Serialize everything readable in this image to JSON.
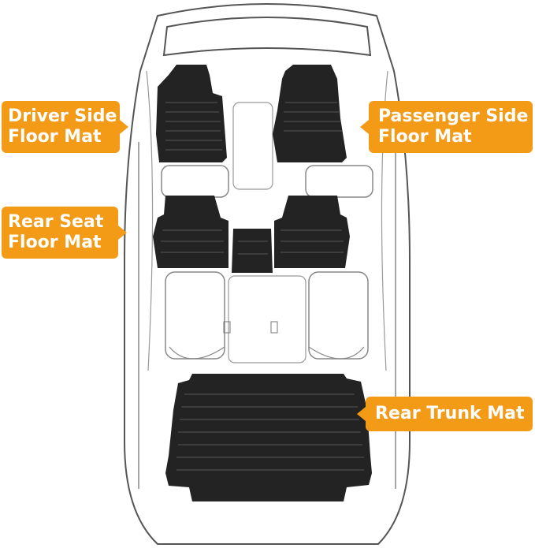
{
  "callouts": {
    "driver": {
      "line1": "Driver Side",
      "line2": "Floor Mat"
    },
    "passenger": {
      "line1": "Passenger Side",
      "line2": "Floor Mat"
    },
    "rear_seat": {
      "line1": "Rear Seat",
      "line2": "Floor Mat"
    },
    "trunk": {
      "line1": "Rear Trunk Mat"
    }
  },
  "colors": {
    "callout": "#f39a16",
    "callout_text": "#ffffff",
    "mat": "#232323",
    "mat_ridge": "#3d3d3d",
    "car_outline": "#555555"
  }
}
